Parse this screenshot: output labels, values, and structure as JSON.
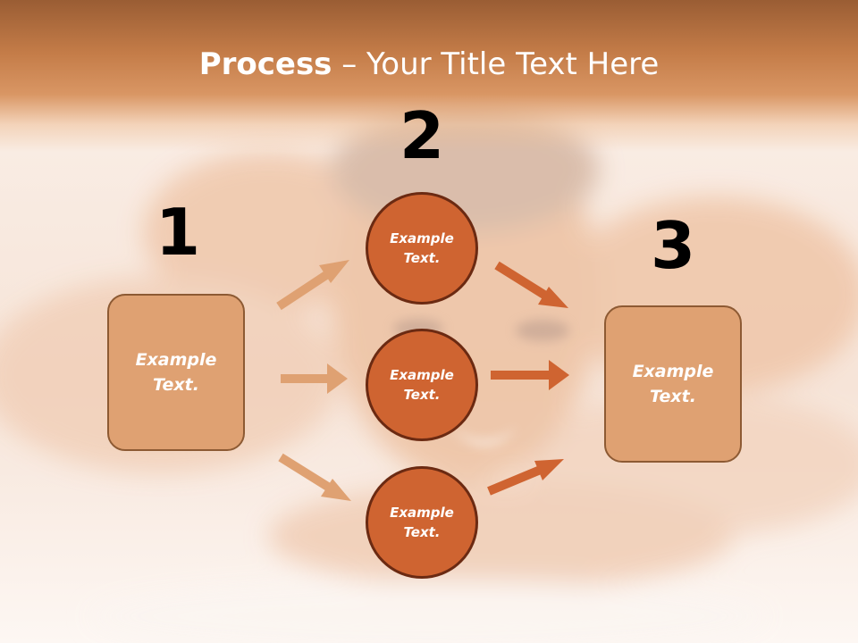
{
  "title": {
    "bold": "Process",
    "rest": " – Your Title Text Here"
  },
  "steps": {
    "n1": "1",
    "n2": "2",
    "n3": "3"
  },
  "boxes": [
    {
      "text": "Example Text."
    },
    {
      "text": "Example Text."
    }
  ],
  "circles": [
    {
      "text": "Example Text."
    },
    {
      "text": "Example Text."
    },
    {
      "text": "Example Text."
    }
  ],
  "colors": {
    "light_arrow": "#dfa172",
    "dark_arrow": "#cf6431",
    "box_fill": "#dfa172",
    "circle_fill": "#cf6431"
  }
}
